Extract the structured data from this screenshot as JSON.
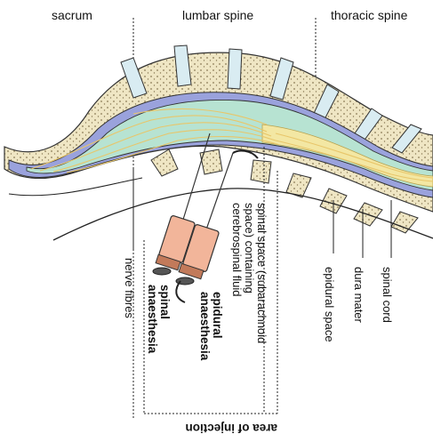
{
  "regions": {
    "sacrum": "sacrum",
    "lumbar": "lumbar spine",
    "thoracic": "thoracic spine"
  },
  "labels": {
    "nerve_fibres": "nerve fibres",
    "spinal_anaesthesia_1": "spinal",
    "spinal_anaesthesia_2": "anaesthesia",
    "epidural_anaesthesia_1": "epidural",
    "epidural_anaesthesia_2": "anaesthesia",
    "spinal_space_1": "spinal space (subarachnoid",
    "spinal_space_2": "space) containing",
    "spinal_space_3": "cerebrospinal fluid",
    "epidural_space": "epidural space",
    "dura_mater": "dura mater",
    "spinal_cord": "spinal cord",
    "area_of_injection": "area of injection"
  },
  "colors": {
    "bone": "#efe6c4",
    "bone_dot": "#8a7a55",
    "disc": "#d9ecf2",
    "epidural_layer": "#9aa2dc",
    "csf": "#b7e3d2",
    "cord": "#f3e7a3",
    "fibre": "#e8c66a",
    "syringe_body": "#f2b59a",
    "syringe_dark": "#c27a5a"
  }
}
